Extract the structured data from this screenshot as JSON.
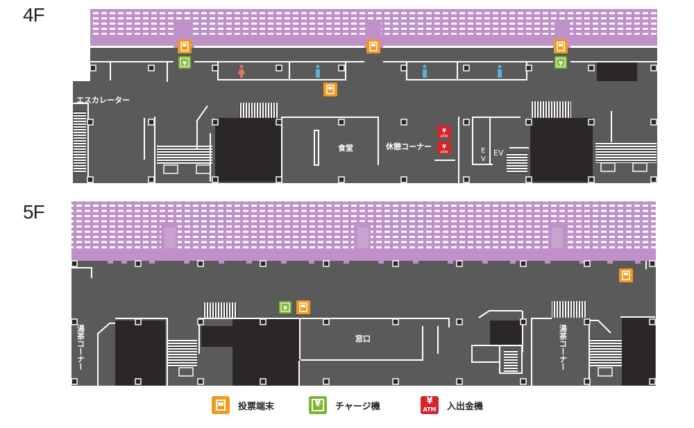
{
  "floors": [
    {
      "label": "4F",
      "rooms": [
        "エスカレーター",
        "食堂",
        "休憩コーナー",
        "EV"
      ],
      "ev_vertical": "E\nV"
    },
    {
      "label": "5F",
      "rooms": [
        "湯茶コーナー",
        "窓口",
        "湯茶コーナー"
      ]
    }
  ],
  "legend": [
    {
      "label": "投票端末",
      "icon": "voting-terminal-icon",
      "color": "#f29a1e"
    },
    {
      "label": "チャージ機",
      "icon": "charge-machine-icon",
      "color": "#7cb52f",
      "glyph": "¥"
    },
    {
      "label": "入出金機",
      "icon": "atm-icon",
      "color": "#d4242c",
      "glyph": "¥",
      "sub": "ATM"
    }
  ],
  "colors": {
    "floor": "#5a5a5a",
    "dark": "#2c2727",
    "stands": "#bf91c8",
    "wall": "#ffffff",
    "toilet_female": "#e0765c",
    "toilet_male": "#5ab0d6"
  }
}
